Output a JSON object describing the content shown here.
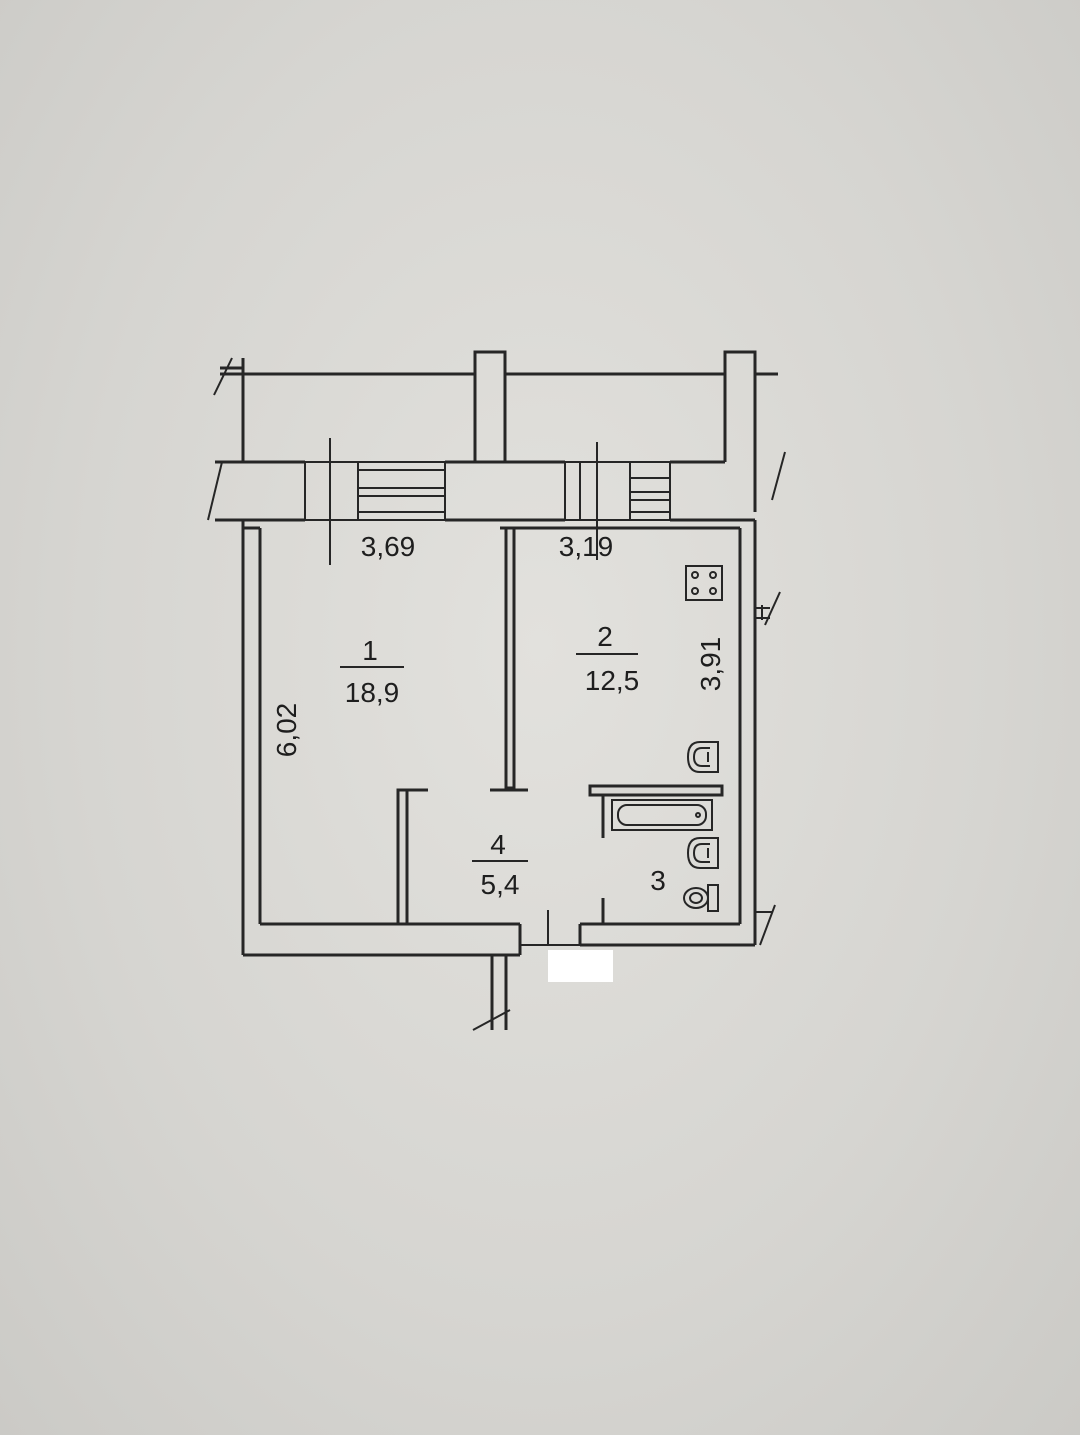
{
  "plan": {
    "dimensions": {
      "room1_width": "3,69",
      "room2_width": "3,19",
      "room1_depth": "6,02",
      "room2_depth": "3,91"
    },
    "rooms": [
      {
        "number": "1",
        "area": "18,9"
      },
      {
        "number": "2",
        "area": "12,5"
      },
      {
        "number": "3"
      },
      {
        "number": "4",
        "area": "5,4"
      }
    ]
  },
  "colors": {
    "paper": "#d9d8d4",
    "ink": "#262626"
  }
}
